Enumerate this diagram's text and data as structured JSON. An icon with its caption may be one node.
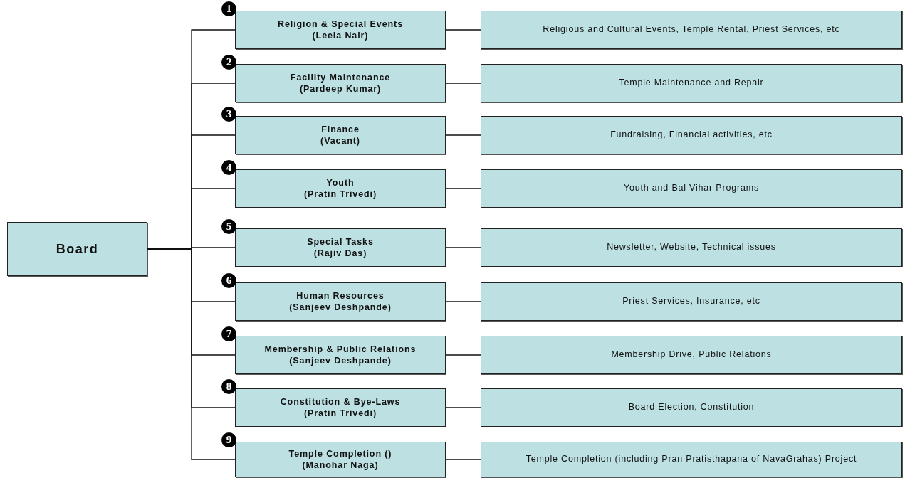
{
  "diagram": {
    "nodes": [
      {
        "text": [
          "Board"
        ]
      },
      {
        "text": [
          "Religion & Special Events",
          "(Leela Nair)"
        ],
        "beside": [
          "1"
        ]
      },
      {
        "text": [
          "Religious and Cultural Events, Temple Rental, Priest Services, etc"
        ]
      },
      {
        "text": [
          "Facility Maintenance",
          "(Pardeep Kumar)"
        ],
        "beside": [
          "2"
        ]
      },
      {
        "text": [
          "Temple Maintenance and Repair"
        ]
      },
      {
        "text": [
          "Finance",
          "(Vacant)"
        ],
        "beside": [
          "3"
        ]
      },
      {
        "text": [
          "Fundraising, Financial activities, etc"
        ]
      },
      {
        "text": [
          "Youth",
          "(Pratin Trivedi)"
        ],
        "beside": [
          "4"
        ]
      },
      {
        "text": [
          "Youth and Bal Vihar Programs"
        ]
      },
      {
        "text": [
          "Special Tasks",
          "(Rajiv Das)"
        ],
        "beside": [
          "5"
        ]
      },
      {
        "text": [
          "Newsletter, Website, Technical issues"
        ]
      },
      {
        "text": [
          "Human Resources",
          "(Sanjeev Deshpande)"
        ],
        "beside": [
          "6"
        ]
      },
      {
        "text": [
          "Priest Services, Insurance, etc"
        ]
      },
      {
        "text": [
          "Membership & Public Relations",
          "(Sanjeev Deshpande)"
        ],
        "beside": [
          "7"
        ]
      },
      {
        "text": [
          "Membership Drive, Public Relations"
        ]
      },
      {
        "text": [
          "Constitution & Bye-Laws",
          "(Pratin Trivedi)"
        ],
        "beside": [
          "8"
        ]
      },
      {
        "text": [
          "Board Election, Constitution"
        ]
      },
      {
        "text": [
          "Temple Completion ()",
          "(Manohar Naga)"
        ],
        "beside": [
          "9"
        ]
      },
      {
        "text": [
          "Temple Completion (including Pran Pratisthapana of NavaGrahas) Project"
        ]
      }
    ],
    "edges": [
      {
        "from": 0,
        "to": 1,
        "arrow": "none"
      },
      {
        "from": 1,
        "to": 2,
        "arrow": "none"
      },
      {
        "from": 0,
        "to": 3,
        "arrow": "none"
      },
      {
        "from": 3,
        "to": 4,
        "arrow": "none"
      },
      {
        "from": 0,
        "to": 5,
        "arrow": "none"
      },
      {
        "from": 5,
        "to": 6,
        "arrow": "none"
      },
      {
        "from": 0,
        "to": 7,
        "arrow": "none"
      },
      {
        "from": 7,
        "to": 8,
        "arrow": "none"
      },
      {
        "from": 0,
        "to": 9,
        "arrow": "none"
      },
      {
        "from": 9,
        "to": 10,
        "arrow": "none"
      },
      {
        "from": 0,
        "to": 11,
        "arrow": "none"
      },
      {
        "from": 11,
        "to": 12,
        "arrow": "none"
      },
      {
        "from": 0,
        "to": 13,
        "arrow": "none"
      },
      {
        "from": 13,
        "to": 14,
        "arrow": "none"
      },
      {
        "from": 0,
        "to": 15,
        "arrow": "none"
      },
      {
        "from": 15,
        "to": 16,
        "arrow": "none"
      },
      {
        "from": 0,
        "to": 17,
        "arrow": "none"
      },
      {
        "from": 17,
        "to": 18,
        "arrow": "none"
      }
    ]
  }
}
